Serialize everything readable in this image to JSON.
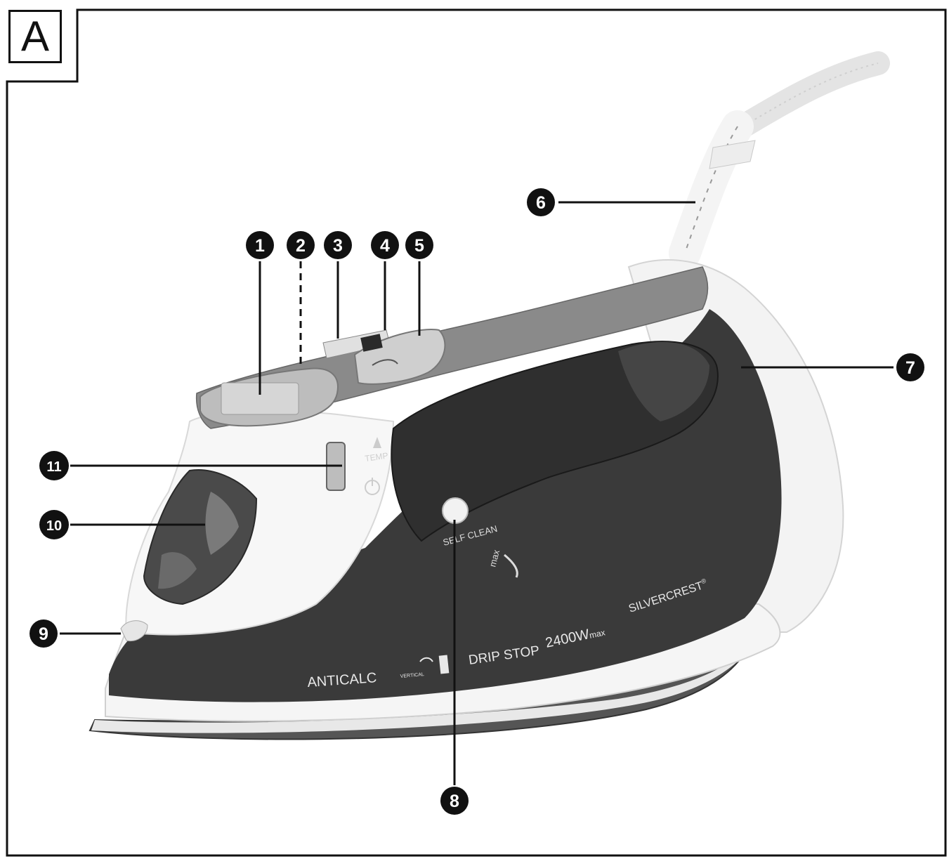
{
  "figure": {
    "label": "A"
  },
  "callouts": [
    {
      "id": "c1",
      "text": "1"
    },
    {
      "id": "c2",
      "text": "2"
    },
    {
      "id": "c3",
      "text": "3"
    },
    {
      "id": "c4",
      "text": "4"
    },
    {
      "id": "c5",
      "text": "5"
    },
    {
      "id": "c6",
      "text": "6"
    },
    {
      "id": "c7",
      "text": "7"
    },
    {
      "id": "c8",
      "text": "8"
    },
    {
      "id": "c9",
      "text": "9"
    },
    {
      "id": "c10",
      "text": "10"
    },
    {
      "id": "c11",
      "text": "11"
    }
  ],
  "device_print": {
    "temp": "TEMP",
    "self_clean": "SELF CLEAN",
    "max": "max",
    "brand": "SILVERCREST",
    "registered": "®",
    "power": "2400W",
    "power_suffix": "max",
    "drip_stop": "DRIP STOP",
    "vertical": "VERTICAL",
    "anticalc": "ANTICALC"
  },
  "colors": {
    "line": "#111111",
    "body_dark": "#3a3a3a",
    "body_mid": "#8a8a8a",
    "body_light": "#f2f2f2",
    "callout_fill": "#111111",
    "callout_text": "#ffffff"
  }
}
